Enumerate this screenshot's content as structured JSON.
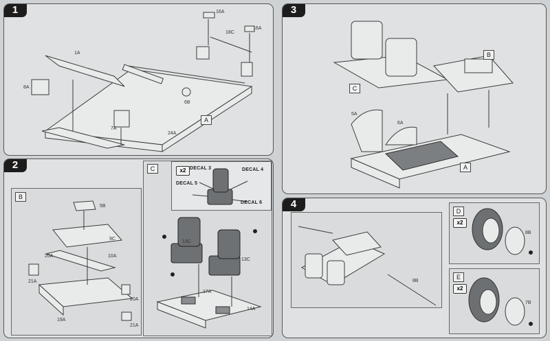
{
  "steps": [
    {
      "number": "1"
    },
    {
      "number": "2"
    },
    {
      "number": "3"
    },
    {
      "number": "4"
    }
  ],
  "step1": {
    "labels": [
      "16A",
      "18C",
      "16A",
      "1A",
      "8A",
      "6B",
      "7A",
      "24A"
    ],
    "box": "A"
  },
  "step2": {
    "sub_b": {
      "box": "B",
      "labels": [
        "5B",
        "9C",
        "20A",
        "10A",
        "21A",
        "19A",
        "20A",
        "21A"
      ]
    },
    "sub_c": {
      "box": "C",
      "labels": [
        "13C",
        "13C",
        "17A",
        "14A"
      ]
    },
    "decal_inset": {
      "multiplier": "x2",
      "decals": [
        "DECAL 3",
        "DECAL 4",
        "DECAL 5",
        "DECAL 6"
      ]
    }
  },
  "step3": {
    "boxes": [
      "B",
      "C",
      "A"
    ],
    "labels": [
      "5A",
      "6A"
    ]
  },
  "step4": {
    "labels": [
      "8B"
    ],
    "sub_d": {
      "box": "D",
      "multiplier": "x2",
      "label": "8B"
    },
    "sub_e": {
      "box": "E",
      "multiplier": "x2",
      "label": "7B"
    }
  }
}
